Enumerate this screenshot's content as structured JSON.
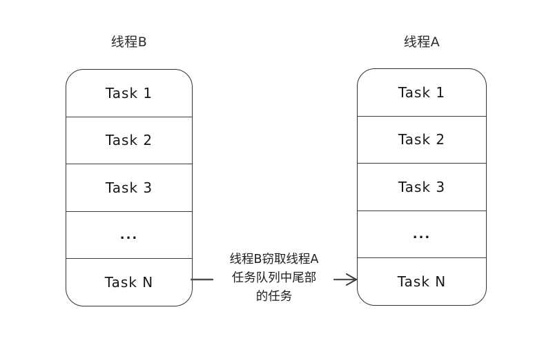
{
  "diagram": {
    "left_queue": {
      "title": "线程B",
      "tasks": [
        "Task 1",
        "Task 2",
        "Task 3",
        "...",
        "Task N"
      ]
    },
    "right_queue": {
      "title": "线程A",
      "tasks": [
        "Task 1",
        "Task 2",
        "Task 3",
        "...",
        "Task N"
      ]
    },
    "annotation": {
      "lines": [
        "线程B窃取线程A",
        "任务队列中尾部",
        "的任务"
      ]
    },
    "colors": {
      "background": "#ffffff",
      "box_stroke": "#2f2f2f",
      "row_divider": "#3a3a3a",
      "text": "#161616",
      "arrow": "#4f4f4f"
    }
  }
}
